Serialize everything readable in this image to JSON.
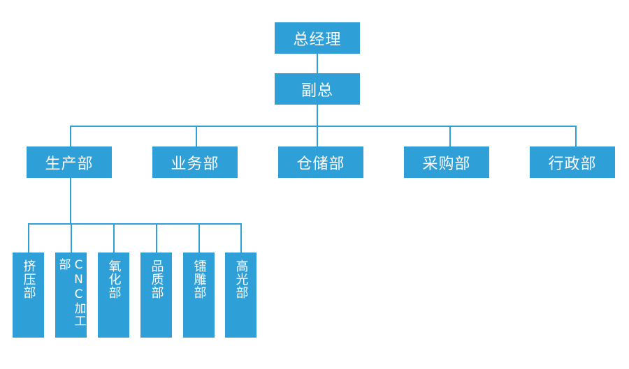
{
  "colors": {
    "node_fill": "#2f9fd8",
    "connector": "#2f9fd8",
    "text": "#ffffff",
    "background": "#ffffff"
  },
  "chart": {
    "ceo": "总经理",
    "vice": "副总",
    "departments": [
      "生产部",
      "业务部",
      "仓储部",
      "采购部",
      "行政部"
    ],
    "production_units": [
      "挤压部",
      "CNC加工部",
      "氧化部",
      "品质部",
      "镭雕部",
      "高光部"
    ]
  }
}
